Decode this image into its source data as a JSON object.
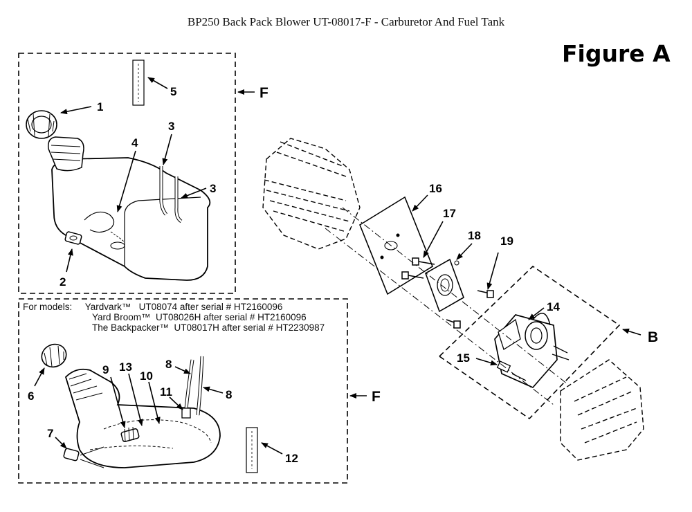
{
  "title": "BP250 Back Pack Blower UT-08017-F - Carburetor And Fuel Tank",
  "figure_label": "Figure A",
  "models": {
    "prefix": "For models:",
    "lines": [
      "Yardvark™   UT08074 after serial # HT2160096",
      "Yard Broom™  UT08026H after serial # HT2160096",
      "The Backpacker™  UT08017H after serial # HT2230987"
    ]
  },
  "callouts": {
    "p1": "1",
    "p2": "2",
    "p3a": "3",
    "p3b": "3",
    "p4": "4",
    "p5": "5",
    "p6": "6",
    "p7": "7",
    "p8a": "8",
    "p8b": "8",
    "p9": "9",
    "p10": "10",
    "p11": "11",
    "p12": "12",
    "p13": "13",
    "p14": "14",
    "p15": "15",
    "p16": "16",
    "p17": "17",
    "p18": "18",
    "p19": "19"
  },
  "section_labels": {
    "f_top": "F",
    "f_bottom": "F",
    "b": "B"
  }
}
